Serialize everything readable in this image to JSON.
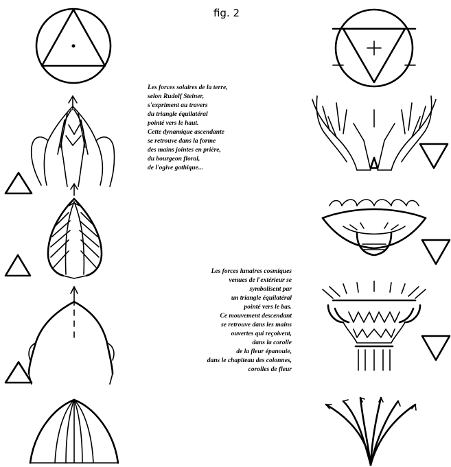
{
  "figure": {
    "caption": "fig. 2"
  },
  "text_blocks": {
    "left_lines": [
      "Les forces solaires de la terre,",
      "selon Rudolf Steiner,",
      "s'expriment au travers",
      "du triangle équilatéral",
      "pointé vers le haut.",
      "Cette dynamique ascendante",
      "se retrouve dans la forme",
      "des mains jointes en prière,",
      "du bourgeon floral,",
      "de l'ogive gothique..."
    ],
    "right_lines": [
      "Les forces lunaires cosmiques",
      "venues de l'extérieur se",
      "symbolisent par",
      "un triangle équilatéral",
      "pointé vers le bas.",
      "Ce mouvement descendant",
      "se retrouve dans les mains",
      "ouvertes qui reçoivent,",
      "dans la corolle",
      "de la fleur épanouie,",
      "dans le chapiteau des colonnes,",
      "corolles de fleur"
    ]
  }
}
